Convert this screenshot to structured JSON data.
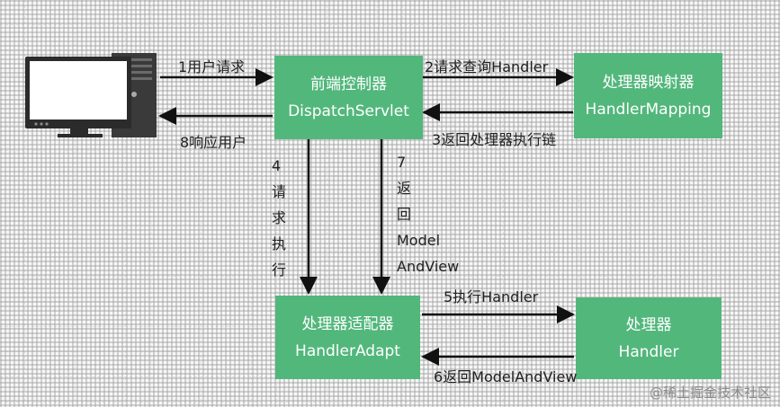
{
  "nodes": {
    "front_controller": {
      "line1": "前端控制器",
      "line2": "DispatchServlet"
    },
    "handler_mapping": {
      "line1": "处理器映射器",
      "line2": "HandlerMapping"
    },
    "handler_adapter": {
      "line1": "处理器适配器",
      "line2": "HandlerAdapt"
    },
    "handler": {
      "line1": "处理器",
      "line2": "Handler"
    }
  },
  "edges": {
    "e1": "1用户请求",
    "e2": "2请求查询Handler",
    "e3": "3返回处理器执行链",
    "e4": [
      "4",
      "请",
      "求",
      "执",
      "行"
    ],
    "e5": "5执行Handler",
    "e6": "6返回ModelAndView",
    "e7": [
      "7",
      "返",
      "回",
      "Model",
      "AndView"
    ],
    "e8": "8响应用户"
  },
  "icons": {
    "client": "desktop-computer-icon"
  },
  "colors": {
    "node_fill": "#52b77b",
    "node_text": "#ffffff",
    "arrow": "#111111"
  },
  "watermark": "@稀土掘金技术社区"
}
